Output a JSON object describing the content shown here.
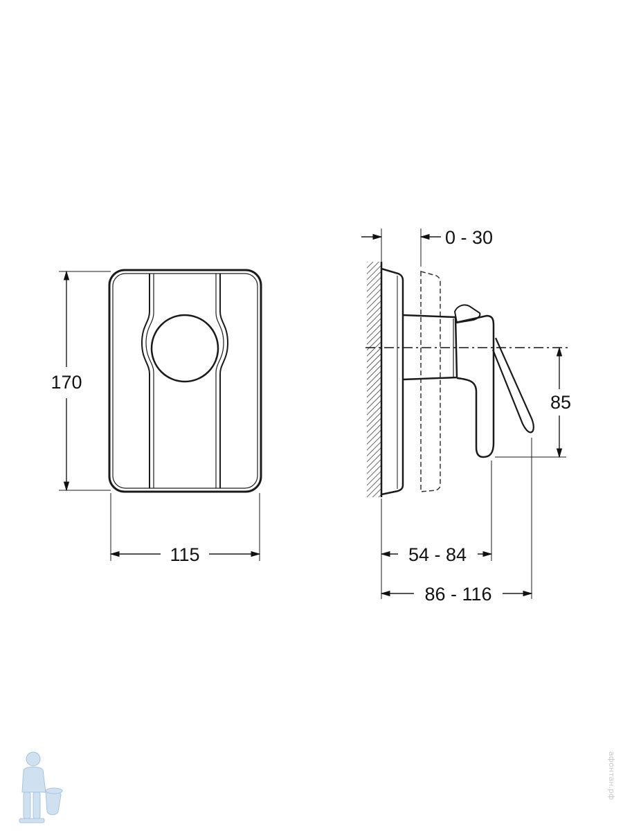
{
  "dimensions": {
    "height_front": "170",
    "width_front": "115",
    "adjust_range": "0 - 30",
    "lever_drop": "85",
    "depth_body": "54 - 84",
    "depth_total": "86 - 116"
  },
  "logo": {
    "icon": "plumber-mascot-icon"
  },
  "watermark": {
    "text": "афонтан.рф"
  }
}
